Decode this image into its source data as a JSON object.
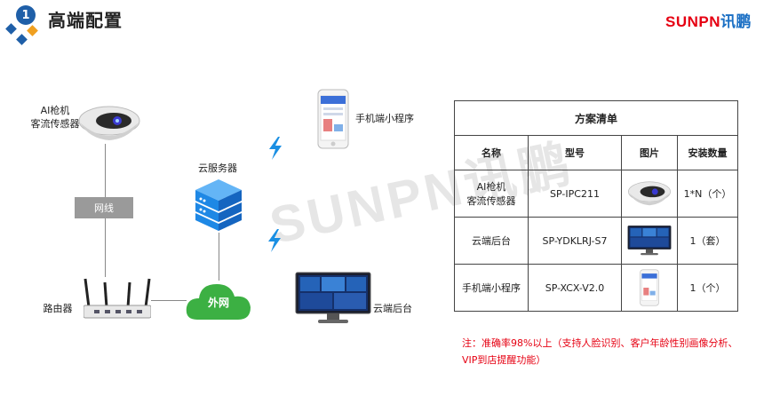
{
  "header": {
    "step_number": "1",
    "title": "高端配置",
    "brand_latin": "SUNPN",
    "brand_cn": "讯鹏"
  },
  "diagram": {
    "camera_label_line1": "AI枪机",
    "camera_label_line2": "客流传感器",
    "network_cable_label": "网线",
    "router_label": "路由器",
    "internet_label": "外网",
    "cloud_server_label": "云服务器",
    "mobile_app_label": "手机端小程序",
    "cloud_backend_label": "云端后台",
    "watermark": "SUNPN讯鹏"
  },
  "plan_table": {
    "caption": "方案清单",
    "headers": [
      "名称",
      "型号",
      "图片",
      "安装数量"
    ],
    "rows": [
      {
        "name_line1": "AI枪机",
        "name_line2": "客流传感器",
        "model": "SP-IPC211",
        "image": "camera-thumbnail",
        "qty": "1*N（个）"
      },
      {
        "name_line1": "云端后台",
        "name_line2": "",
        "model": "SP-YDKLRJ-S7",
        "image": "monitor-thumbnail",
        "qty": "1（套）"
      },
      {
        "name_line1": "手机端小程序",
        "name_line2": "",
        "model": "SP-XCX-V2.0",
        "image": "phone-thumbnail",
        "qty": "1（个）"
      }
    ]
  },
  "note": {
    "line1": "注：准确率98%以上（支持人脸识别、客户年龄性别画像分析、",
    "line2": "VIP到店提醒功能）"
  },
  "colors": {
    "accent_blue": "#1f5fa8",
    "brand_red": "#e60012",
    "cloud_green": "#3cb043",
    "server_blue": "#1e88e5",
    "bolt_blue": "#1a8fe3"
  }
}
